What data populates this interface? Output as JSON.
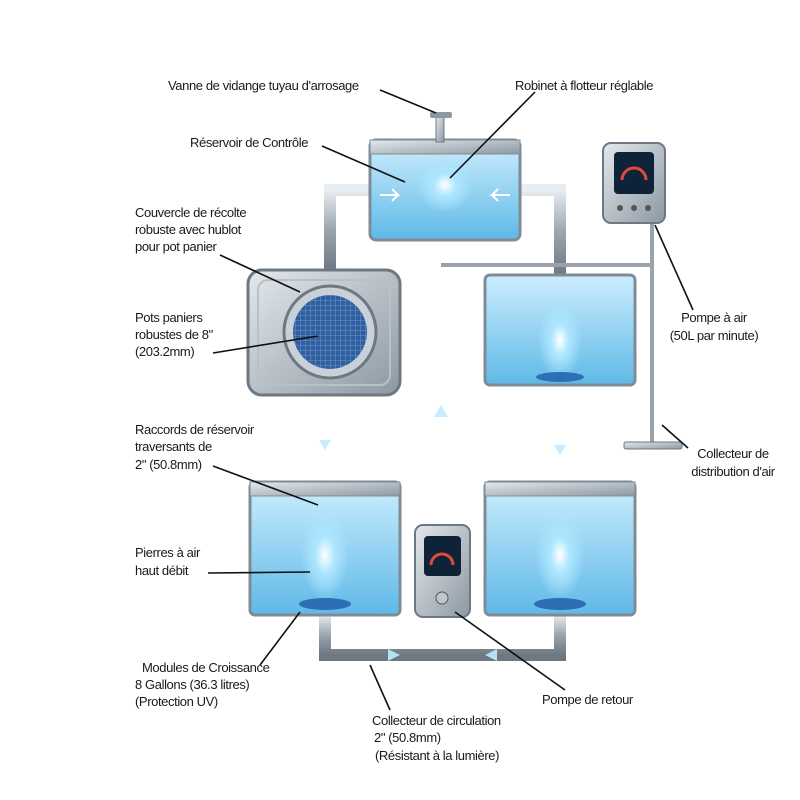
{
  "labels": {
    "drain_valve": "Vanne de vidange tuyau d'arrosage",
    "float_valve": "Robinet à flotteur réglable",
    "control_tank": "Réservoir de Contrôle",
    "lid": [
      "Couvercle de récolte",
      "robuste avec hublot",
      "pour pot panier"
    ],
    "net_pots": [
      "Pots paniers",
      "robustes de 8\"",
      "(203.2mm)"
    ],
    "air_pump": [
      "Pompe à air",
      "(50L par minute)"
    ],
    "bulkhead": [
      "Raccords de réservoir",
      "traversants de",
      "2\" (50.8mm)"
    ],
    "air_manifold": [
      "Collecteur de",
      "distribution d'air"
    ],
    "air_stones": [
      "Pierres à air",
      "haut débit"
    ],
    "grow_modules": [
      "Modules de Croissance",
      "8 Gallons (36.3 litres)",
      "(Protection UV)"
    ],
    "return_pump": "Pompe de retour",
    "circulation_manifold": [
      "Collecteur de circulation",
      "2\" (50.8mm)",
      "(Résistant à la lumière)"
    ]
  },
  "colors": {
    "water": "#8fd3f5",
    "pipe": "#a9b3bc",
    "glass": "#cfe9f7",
    "accent": "#3ab0f0"
  }
}
